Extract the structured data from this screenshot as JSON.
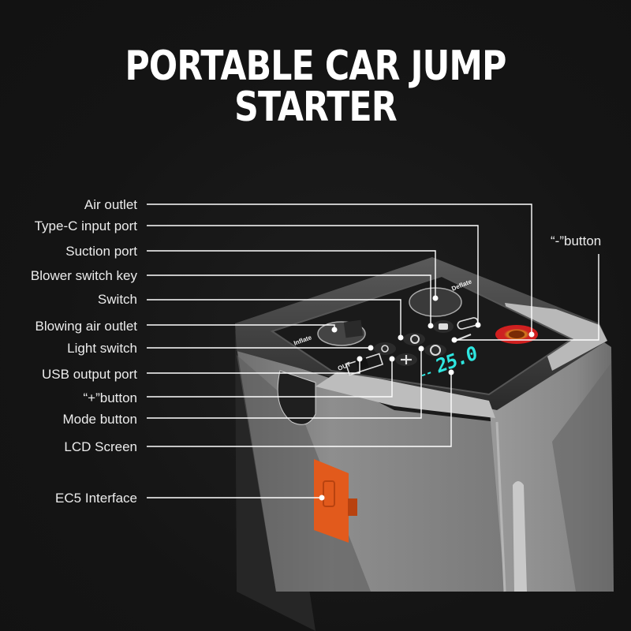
{
  "title": "PORTABLE CAR JUMP STARTER",
  "product": {
    "panel_labels": {
      "inflate": "Inflate",
      "deflate": "Deflate",
      "usb": "OUT"
    },
    "lcd": {
      "value": "25.0",
      "unit_hint": "-- ",
      "color": "#2ee6e0"
    },
    "colors": {
      "body": "#8c8c8c",
      "panel": "#1a1a1a",
      "ec5_cover": "#e25a1c",
      "air_outlet_ring": "#d21e1e"
    }
  },
  "callouts": [
    {
      "id": "air-outlet",
      "label": "Air outlet"
    },
    {
      "id": "type-c-input-port",
      "label": "Type-C input port"
    },
    {
      "id": "suction-port",
      "label": "Suction port"
    },
    {
      "id": "blower-switch-key",
      "label": "Blower switch key"
    },
    {
      "id": "switch",
      "label": "Switch"
    },
    {
      "id": "blowing-air-outlet",
      "label": "Blowing air outlet"
    },
    {
      "id": "light-switch",
      "label": "Light switch"
    },
    {
      "id": "usb-output-port",
      "label": "USB output port"
    },
    {
      "id": "plus-button",
      "label": "“+”button"
    },
    {
      "id": "mode-button",
      "label": "Mode button"
    },
    {
      "id": "lcd-screen",
      "label": "LCD Screen"
    },
    {
      "id": "ec5-interface",
      "label": "EC5 Interface"
    },
    {
      "id": "minus-button",
      "label": "“-”button"
    }
  ]
}
